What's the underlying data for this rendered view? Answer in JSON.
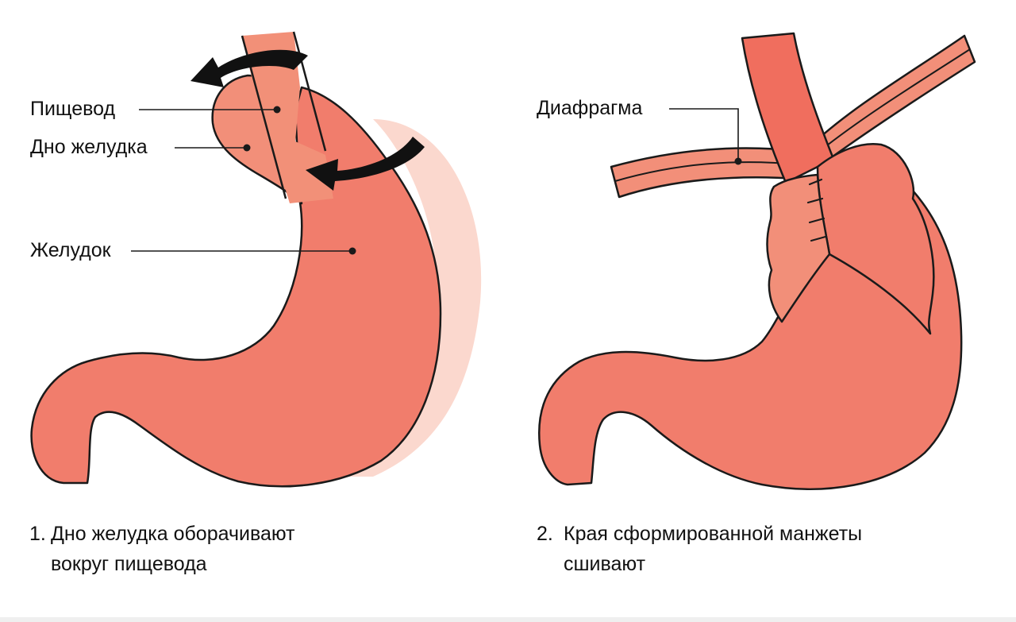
{
  "panel1": {
    "labels": {
      "esophagus": "Пищевод",
      "fundus": "Дно желудка",
      "stomach": "Желудок"
    },
    "caption": {
      "number": "1.",
      "line1": "Дно желудка оборачивают",
      "line2": "вокруг пищевода"
    }
  },
  "panel2": {
    "labels": {
      "diaphragm": "Диафрагма"
    },
    "caption": {
      "number": "2.",
      "line1": "Края сформированной манжеты",
      "line2": "сшивают"
    }
  },
  "colors": {
    "stomach_fill": "#f17d6c",
    "fundus_fill": "#f28f79",
    "esophagus_fill": "#f29078",
    "esophagus_dark": "#f06e5e",
    "shadow": "#fbd8ce",
    "outline": "#1a1a1a",
    "arrow": "#111111"
  }
}
